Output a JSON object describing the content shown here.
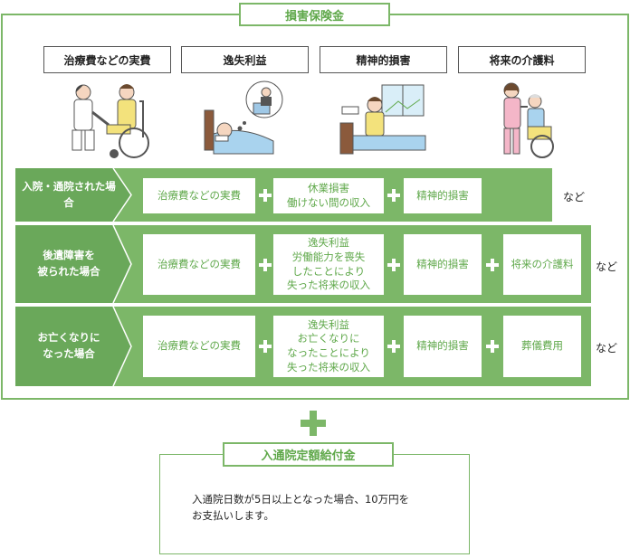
{
  "main_title": "損害保険金",
  "categories": [
    "治療費などの実費",
    "逸失利益",
    "精神的損害",
    "将来の介護料"
  ],
  "illustrations": [
    "doctor-patient-wheelchair-icon",
    "sick-in-bed-thinking-work-icon",
    "patient-in-hospital-bed-icon",
    "caregiver-wheelchair-icon"
  ],
  "rows": [
    {
      "label": "入院・通院された場合",
      "cells": [
        "治療費などの実費",
        "休業損害\n働けない間の収入",
        "精神的損害"
      ],
      "suffix": "など"
    },
    {
      "label": "後遺障害を\n被られた場合",
      "cells": [
        "治療費などの実費",
        "逸失利益\n労働能力を喪失\nしたことにより\n失った将来の収入",
        "精神的損害",
        "将来の介護料"
      ],
      "suffix": "など"
    },
    {
      "label": "お亡くなりに\nなった場合",
      "cells": [
        "治療費などの実費",
        "逸失利益\nお亡くなりに\nなったことにより\n失った将来の収入",
        "精神的損害",
        "葬儀費用"
      ],
      "suffix": "など"
    }
  ],
  "bottom": {
    "title": "入通院定額給付金",
    "text": "入通院日数が5日以上となった場合、10万円を\nお支払いします。"
  },
  "colors": {
    "accent": "#7cb768",
    "accent_text": "#5fa84a"
  }
}
